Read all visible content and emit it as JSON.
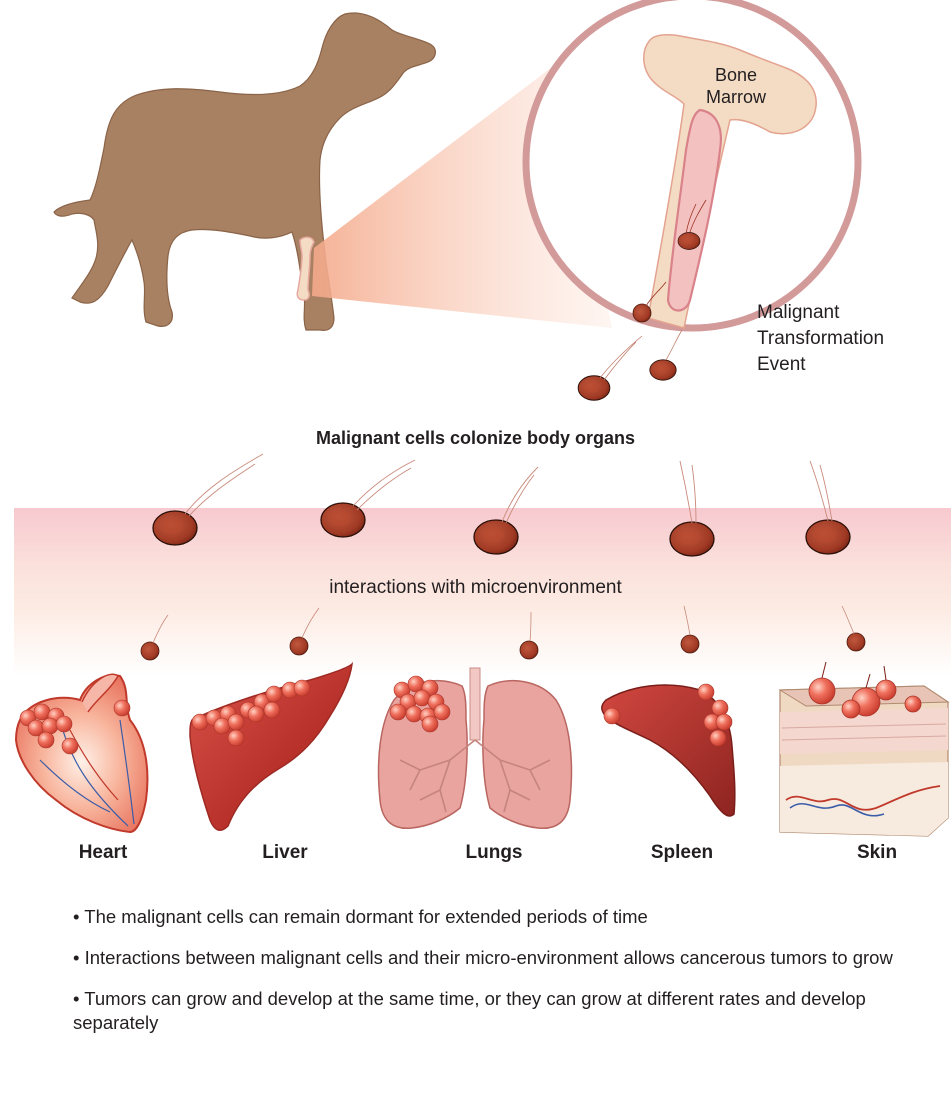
{
  "colors": {
    "dog": "#a88163",
    "bone": "#f4dcc4",
    "bone_outline": "#d9828a",
    "magnifier_ring": "#d39a9a",
    "cell": "#9c3322",
    "band": "#f9d6d2",
    "tumor": "#ec5a4a"
  },
  "top": {
    "bone_marrow_label": "Bone\nMarrow",
    "event_label": "Malignant Transformation Event"
  },
  "colonize_label": "Malignant cells colonize body organs",
  "micro_label": "interactions with microenvironment",
  "organs": [
    {
      "name": "Heart",
      "icon": "heart-organ"
    },
    {
      "name": "Liver",
      "icon": "liver-organ"
    },
    {
      "name": "Lungs",
      "icon": "lungs-organ"
    },
    {
      "name": "Spleen",
      "icon": "spleen-organ"
    },
    {
      "name": "Skin",
      "icon": "skin-section"
    }
  ],
  "bullets": [
    "• The malignant cells can remain dormant for extended periods of time",
    "• Interactions between malignant cells and their micro-environment allows cancerous tumors to grow",
    "• Tumors can grow and develop at the same time, or they can grow at different rates and develop separately"
  ]
}
